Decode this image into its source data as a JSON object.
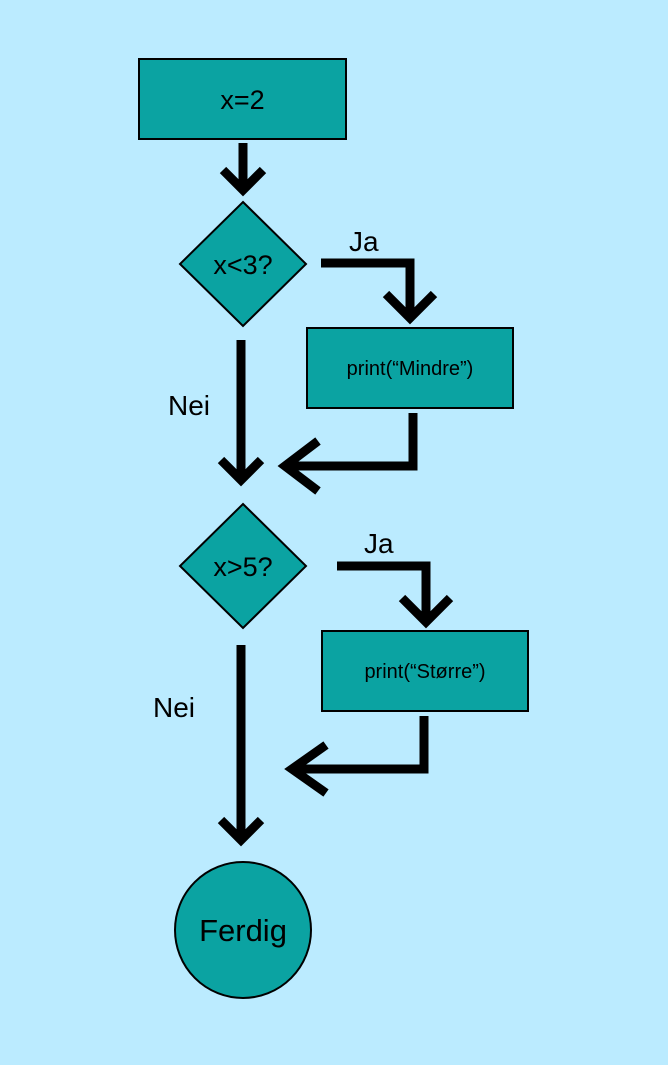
{
  "colors": {
    "background": "#bbebff",
    "node_fill": "#0ba3a2",
    "stroke": "#000000"
  },
  "nodes": {
    "start": {
      "label": "x=2",
      "shape": "rectangle"
    },
    "decision1": {
      "label": "x<3?",
      "shape": "diamond"
    },
    "action1": {
      "label": "print(“Mindre”)",
      "shape": "rectangle"
    },
    "decision2": {
      "label": "x>5?",
      "shape": "diamond"
    },
    "action2": {
      "label": "print(“Større”)",
      "shape": "rectangle"
    },
    "end": {
      "label": "Ferdig",
      "shape": "circle"
    }
  },
  "edges": {
    "decision1_yes": "Ja",
    "decision1_no": "Nei",
    "decision2_yes": "Ja",
    "decision2_no": "Nei"
  }
}
